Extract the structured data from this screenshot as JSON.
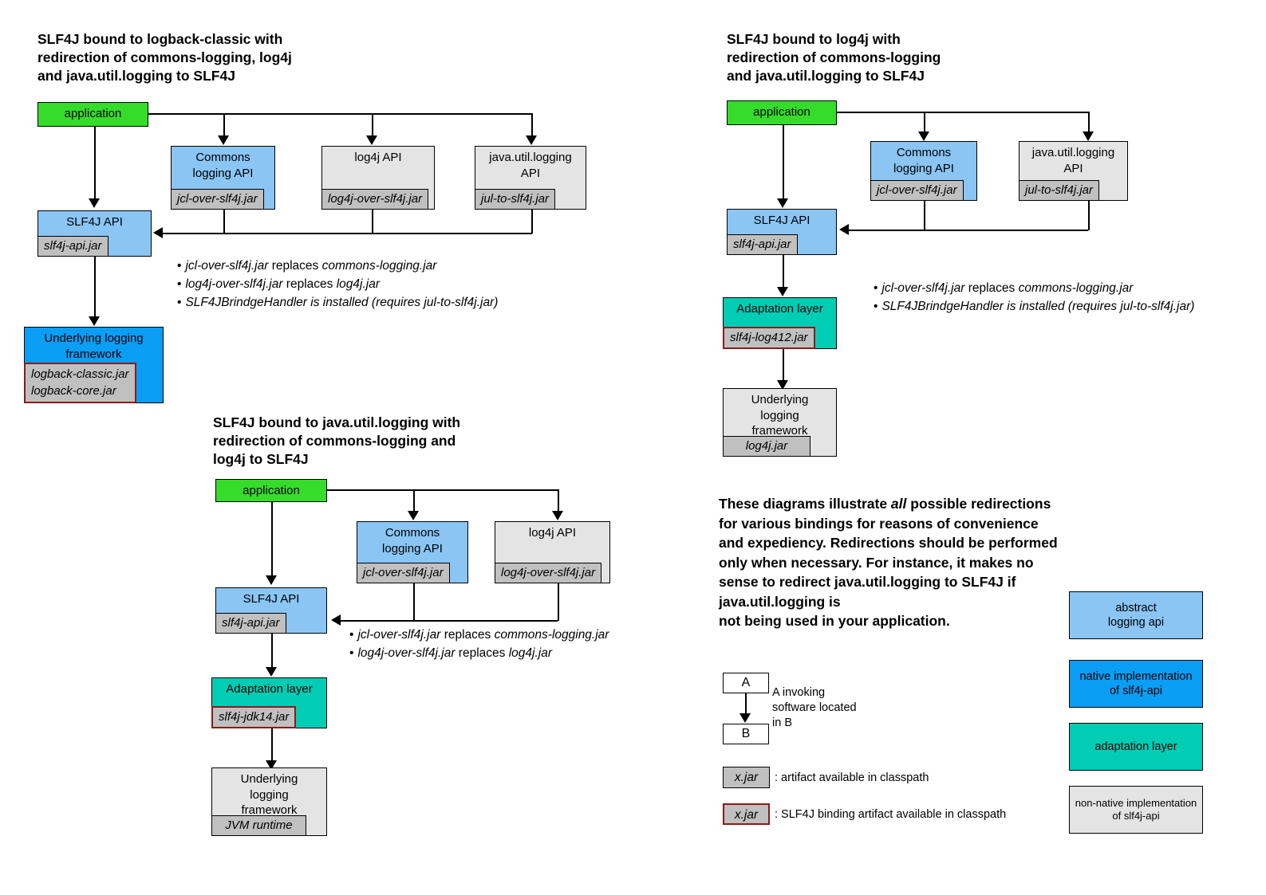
{
  "palette": {
    "abstract_logging_api": "#8ac5f4",
    "native_impl": "#0a9ef5",
    "adaptation_layer": "#00cdb4",
    "non_native_impl": "#e4e4e4",
    "application": "#35dd2a",
    "jar_chip": "#c0c0c0",
    "binding_border": "#8b1a1a",
    "line": "#000000"
  },
  "diagram1": {
    "title": "SLF4J bound to logback-classic with\nredirection of commons-logging, log4j\nand java.util.logging to SLF4J",
    "nodes": {
      "application": {
        "label": "application"
      },
      "commons": {
        "label": "Commons\nlogging API",
        "jar": "jcl-over-slf4j.jar"
      },
      "log4j_api": {
        "label": "log4j API",
        "jar": "log4j-over-slf4j.jar"
      },
      "jul_api": {
        "label": "java.util.logging\nAPI",
        "jar": "jul-to-slf4j.jar"
      },
      "slf4j_api": {
        "label": "SLF4J API",
        "jar": "slf4j-api.jar"
      },
      "underlying": {
        "label": "Underlying logging\nframework",
        "jar": "logback-classic.jar\nlogback-core.jar"
      }
    },
    "bullets": [
      {
        "a": "jcl-over-slf4j.jar",
        "verb": "replaces",
        "b": "commons-logging.jar"
      },
      {
        "a": "log4j-over-slf4j.jar",
        "verb": "replaces",
        "b": "log4j.jar"
      },
      {
        "a": "SLF4JBrindgeHandler is installed (requires jul-to-slf4j.jar)",
        "verb": "",
        "b": ""
      }
    ]
  },
  "diagram2": {
    "title": "SLF4J bound to log4j with\nredirection of commons-logging\nand java.util.logging to SLF4J",
    "nodes": {
      "application": {
        "label": "application"
      },
      "commons": {
        "label": "Commons\nlogging API",
        "jar": "jcl-over-slf4j.jar"
      },
      "jul_api": {
        "label": "java.util.logging\nAPI",
        "jar": "jul-to-slf4j.jar"
      },
      "slf4j_api": {
        "label": "SLF4J API",
        "jar": "slf4j-api.jar"
      },
      "adaptation": {
        "label": "Adaptation layer",
        "jar": "slf4j-log412.jar"
      },
      "underlying": {
        "label": "Underlying\nlogging\nframework",
        "jar": "log4j.jar"
      }
    },
    "bullets": [
      {
        "a": "jcl-over-slf4j.jar",
        "verb": "replaces",
        "b": "commons-logging.jar"
      },
      {
        "a": "SLF4JBrindgeHandler is installed (requires jul-to-slf4j.jar)",
        "verb": "",
        "b": ""
      }
    ]
  },
  "diagram3": {
    "title": "SLF4J bound to java.util.logging with\nredirection of commons-logging and\nlog4j to SLF4J",
    "nodes": {
      "application": {
        "label": "application"
      },
      "commons": {
        "label": "Commons\nlogging API",
        "jar": "jcl-over-slf4j.jar"
      },
      "log4j_api": {
        "label": "log4j API",
        "jar": "log4j-over-slf4j.jar"
      },
      "slf4j_api": {
        "label": "SLF4J API",
        "jar": "slf4j-api.jar"
      },
      "adaptation": {
        "label": "Adaptation layer",
        "jar": "slf4j-jdk14.jar"
      },
      "underlying": {
        "label": "Underlying\nlogging\nframework",
        "jar": "JVM runtime"
      }
    },
    "bullets": [
      {
        "a": "jcl-over-slf4j.jar",
        "verb": "replaces",
        "b": "commons-logging.jar"
      },
      {
        "a": "log4j-over-slf4j.jar",
        "verb": "replaces",
        "b": "log4j.jar"
      }
    ]
  },
  "note": {
    "line1": "These diagrams illustrate ",
    "emph": "all",
    "line1b": " possible",
    "rest": "redirections for various bindings for reasons of convenience and expediency. Redirections should be performed only when necessary. For instance, it makes no sense to redirect java.util.logging to SLF4J if java.util.logging is",
    "last": "not being used in your application."
  },
  "legend": {
    "arrow_example": {
      "a": "A",
      "b": "B",
      "caption": "A invoking\nsoftware located\nin B"
    },
    "artifact": {
      "chip": "x.jar",
      "caption": ": artifact available in classpath"
    },
    "binding": {
      "chip": "x.jar",
      "caption": ": SLF4J binding artifact available in classpath"
    },
    "swatches": [
      {
        "label": "abstract\nlogging api",
        "color": "#8ac5f4"
      },
      {
        "label": "native implementation\nof slf4j-api",
        "color": "#0a9ef5"
      },
      {
        "label": "adaptation layer",
        "color": "#00cdb4"
      },
      {
        "label": "non-native implementation\nof slf4j-api",
        "color": "#e4e4e4"
      }
    ]
  }
}
